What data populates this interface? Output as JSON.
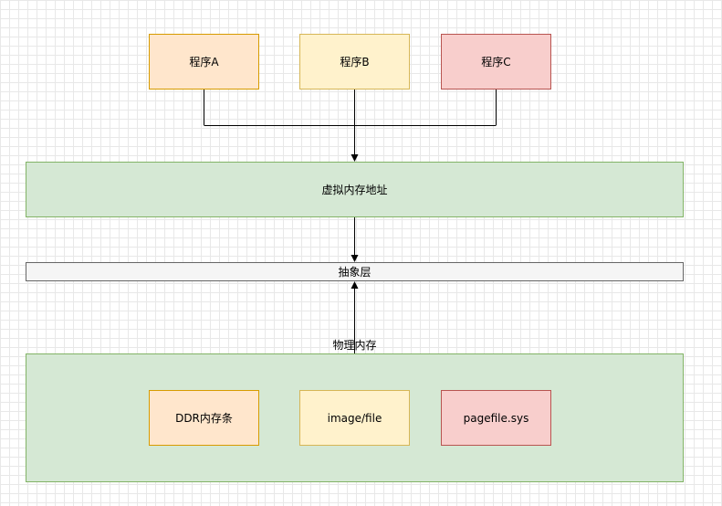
{
  "diagram": {
    "programs": [
      {
        "label": "程序A"
      },
      {
        "label": "程序B"
      },
      {
        "label": "程序C"
      }
    ],
    "virtual_memory": {
      "label": "虚拟内存地址"
    },
    "abstraction_layer": {
      "label": "抽象层"
    },
    "physical_memory": {
      "label": "物理内存",
      "items": [
        {
          "label": "DDR内存条"
        },
        {
          "label": "image/file"
        },
        {
          "label": "pagefile.sys"
        }
      ]
    }
  },
  "colors": {
    "orange_fill": "#ffe6cc",
    "yellow_fill": "#fff2cc",
    "red_fill": "#f8cecc",
    "green_fill": "#d5e8d4",
    "gray_fill": "#f5f5f5",
    "edge": "#000000"
  }
}
